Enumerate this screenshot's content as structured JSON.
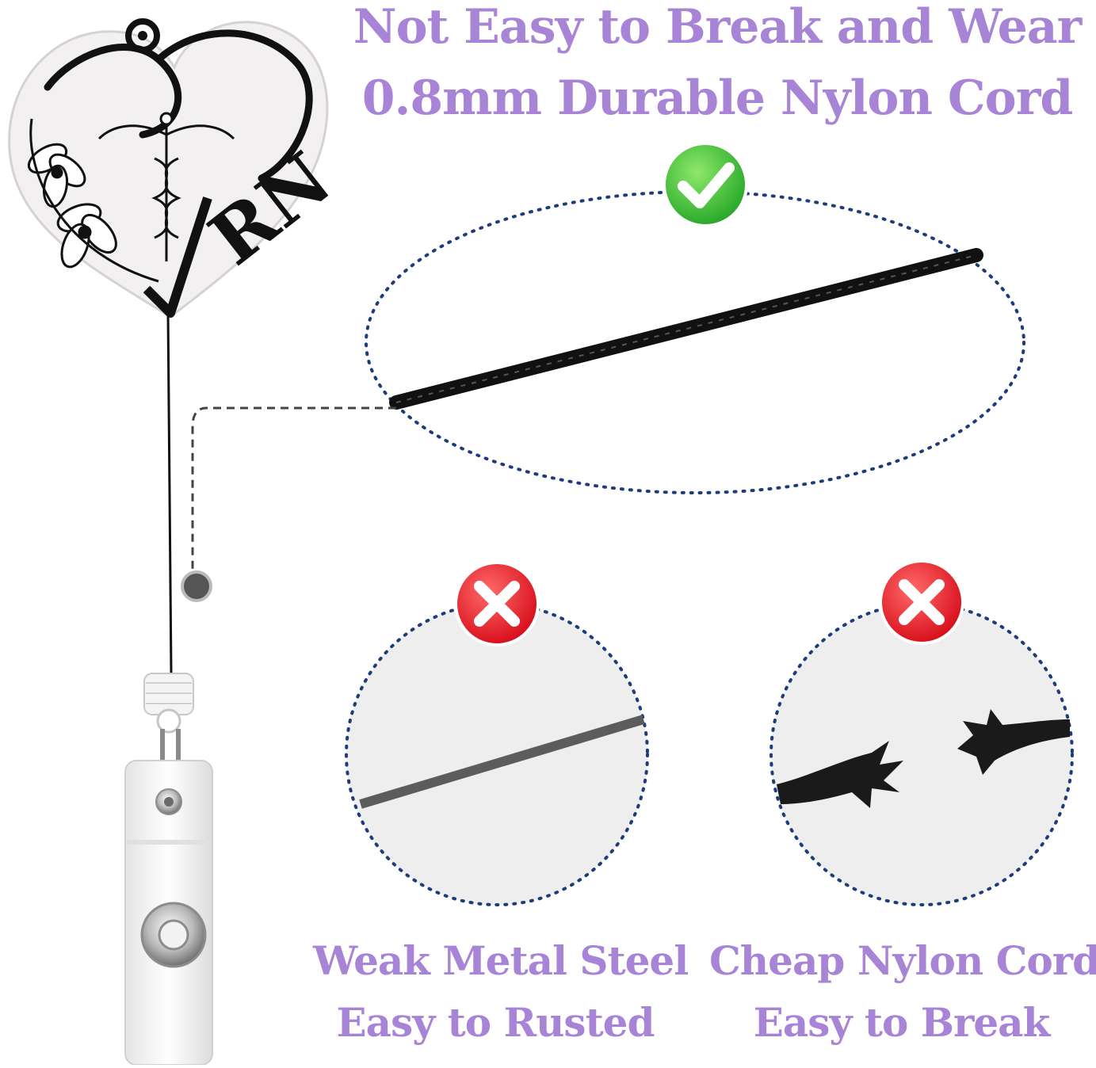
{
  "headline": {
    "line1": "Not Easy to Break and Wear",
    "line2": "0.8mm Durable Nylon Cord"
  },
  "badge": {
    "text": "RN"
  },
  "comparisons": [
    {
      "mark": "check-icon",
      "status_color": "#3cc43c"
    },
    {
      "mark": "cross-icon",
      "status_color": "#e5202e",
      "line1": "Weak Metal Steel",
      "line2": "Easy to Rusted"
    },
    {
      "mark": "cross-icon",
      "status_color": "#e5202e",
      "line1": "Cheap Nylon Cord",
      "line2": "Easy to Break"
    }
  ],
  "colors": {
    "accent_text": "#a884d6",
    "dotted_outline": "#1d3d7a",
    "cord": "#111111"
  }
}
